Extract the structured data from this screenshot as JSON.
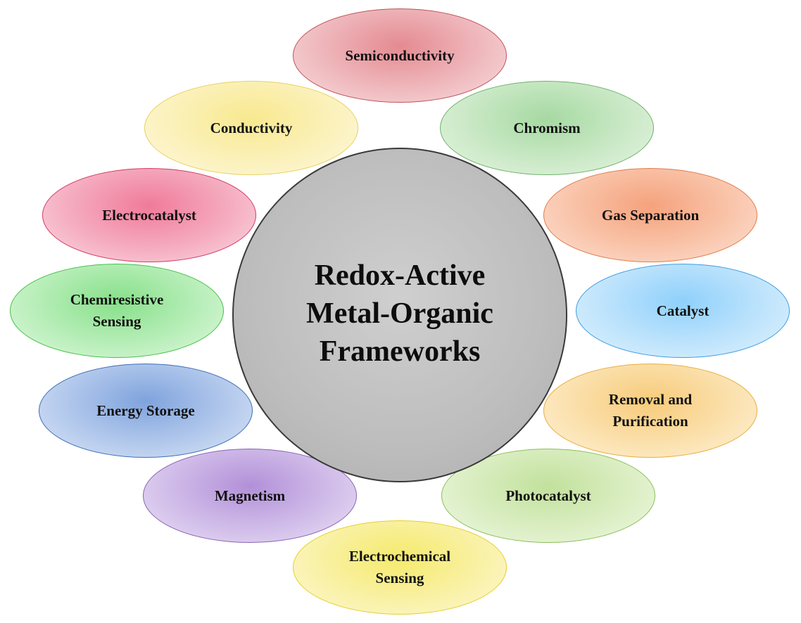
{
  "center": {
    "title": "Redox-Active\nMetal-Organic\nFrameworks"
  },
  "petals": [
    {
      "label": "Semiconductivity",
      "color": "#e48a91"
    },
    {
      "label": "Chromism",
      "color": "#a6d9a2"
    },
    {
      "label": "Gas Separation",
      "color": "#f5a27c"
    },
    {
      "label": "Catalyst",
      "color": "#8fd0fb"
    },
    {
      "label": "Removal and\nPurification",
      "color": "#f7cb7a"
    },
    {
      "label": "Photocatalyst",
      "color": "#c2e19c"
    },
    {
      "label": "Electrochemical\nSensing",
      "color": "#f5ea6c"
    },
    {
      "label": "Magnetism",
      "color": "#b290d8"
    },
    {
      "label": "Energy Storage",
      "color": "#7fa3dd"
    },
    {
      "label": "Chemiresistive\nSensing",
      "color": "#87e08a"
    },
    {
      "label": "Electrocatalyst",
      "color": "#f07a9a"
    },
    {
      "label": "Conductivity",
      "color": "#f8e98f"
    }
  ]
}
